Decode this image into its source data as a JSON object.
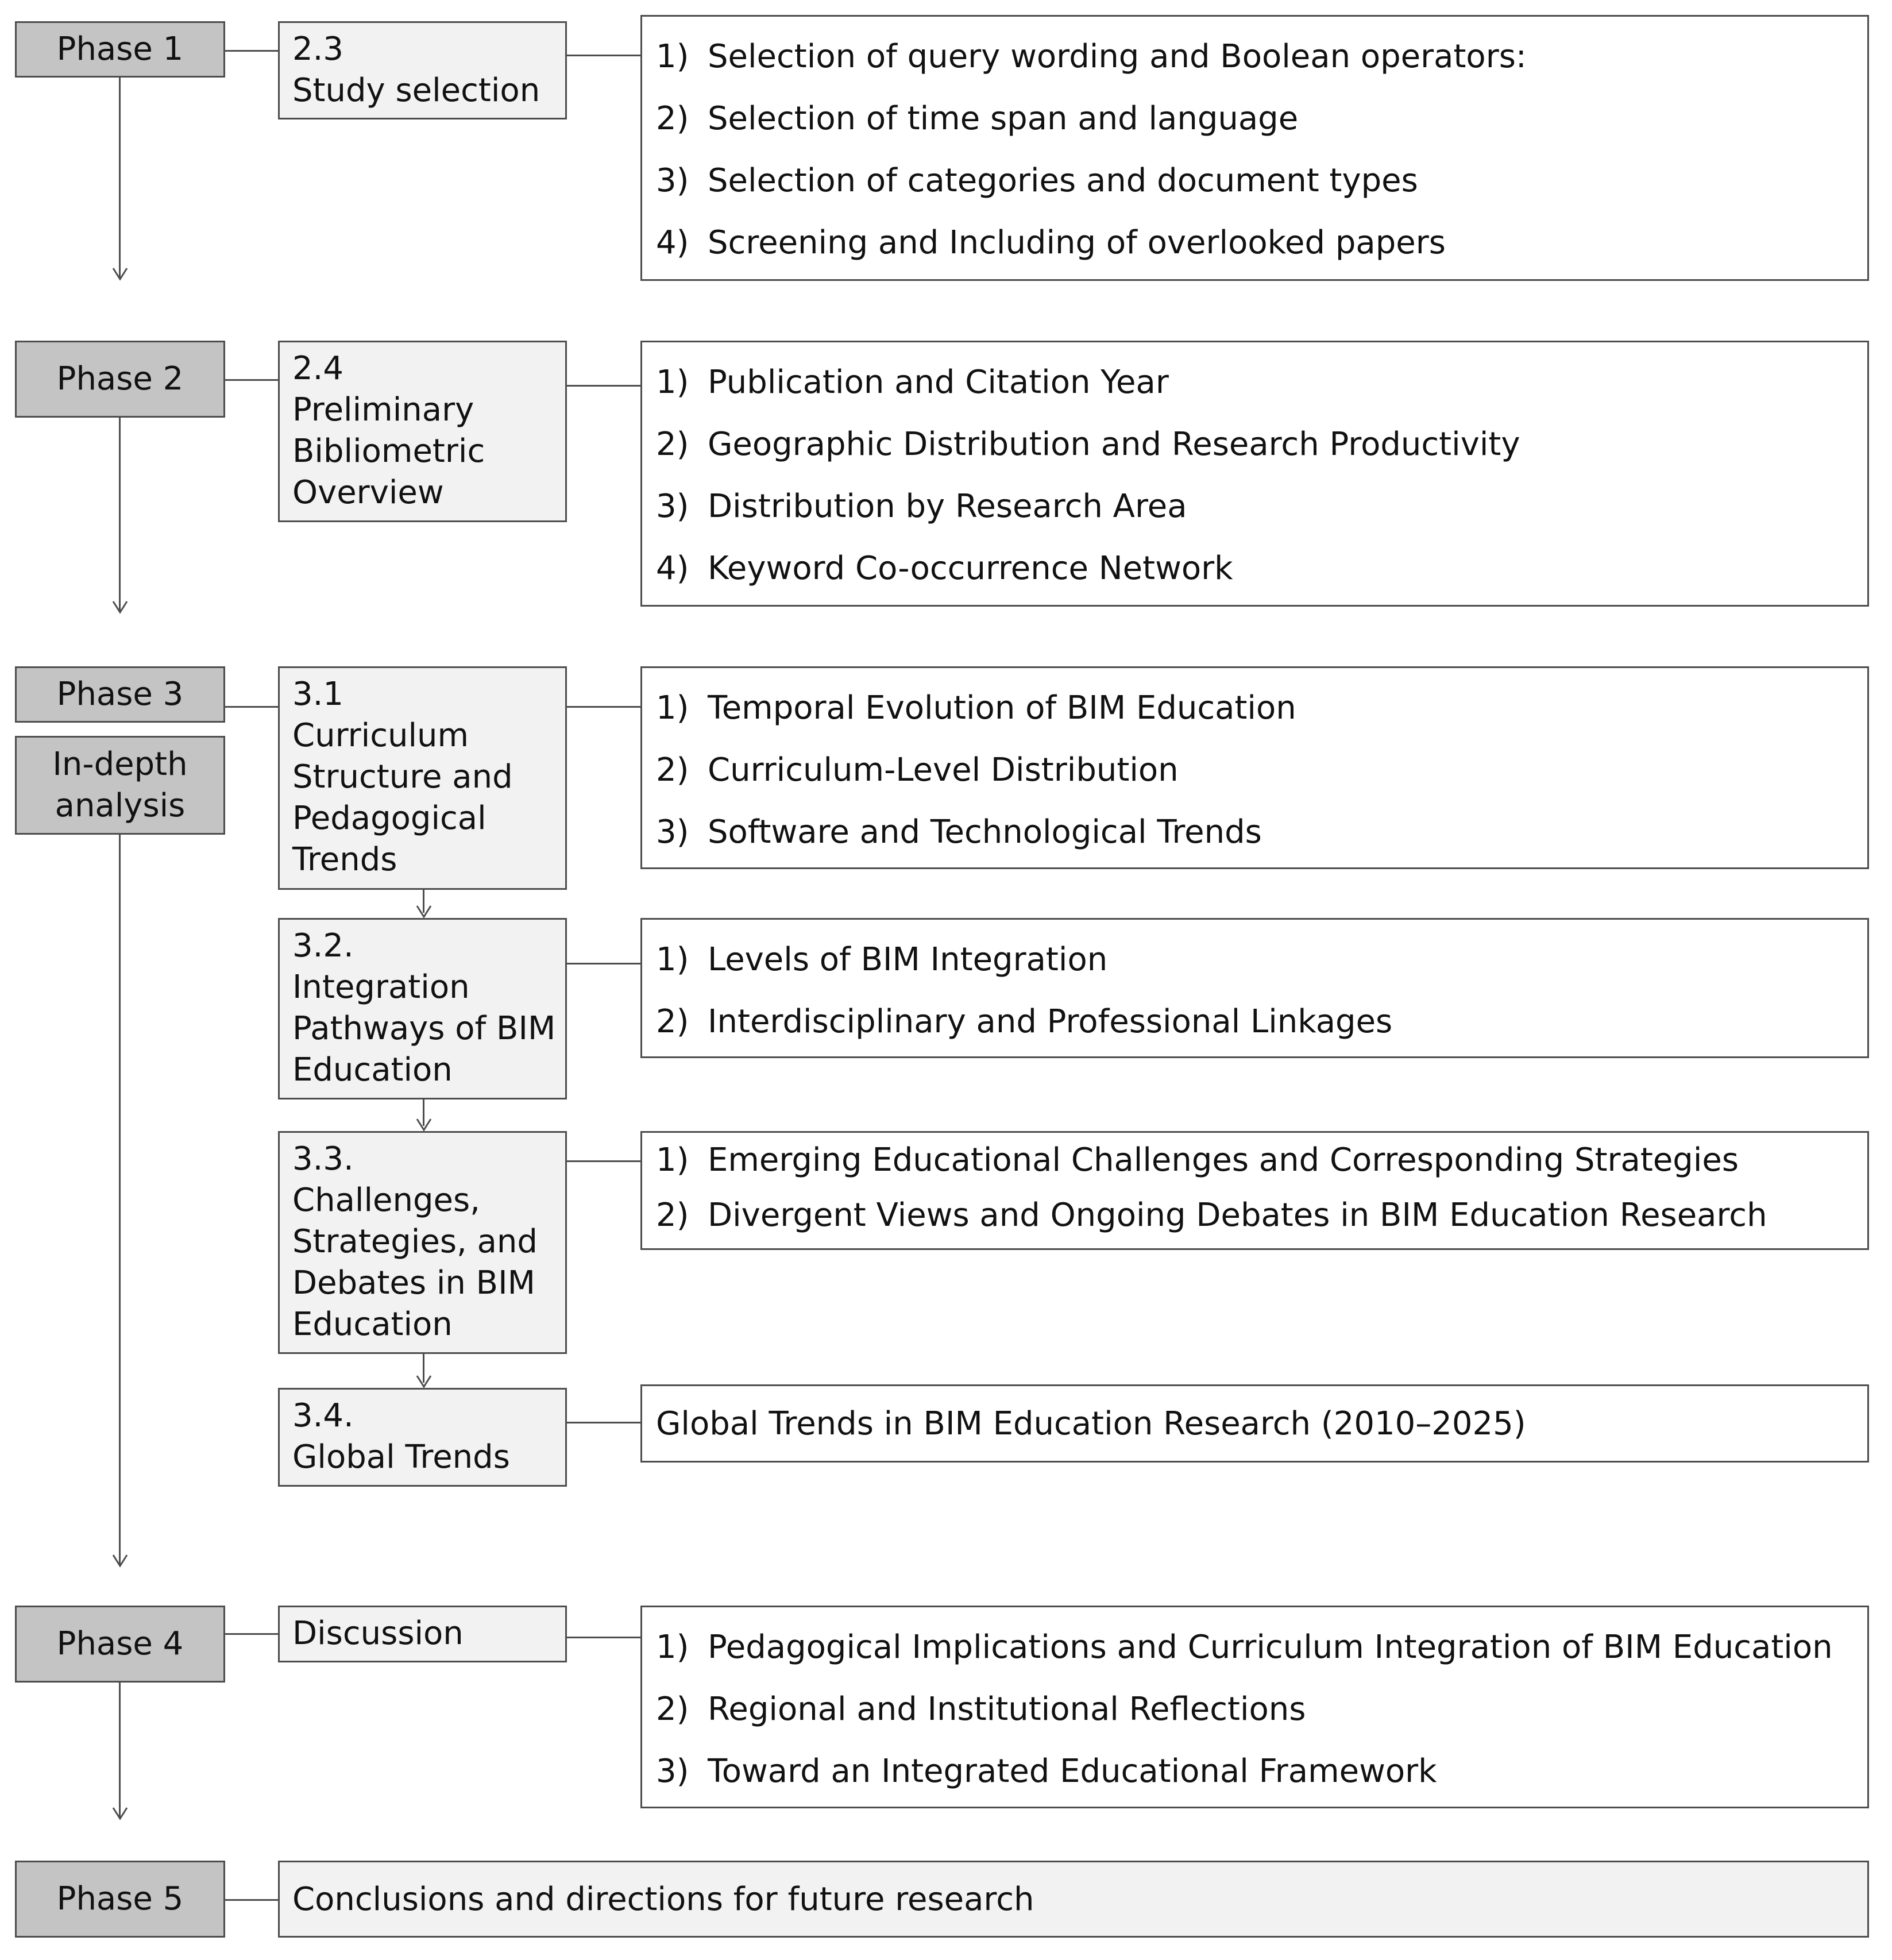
{
  "phases": [
    {
      "label": "Phase 1"
    },
    {
      "label": "Phase 2"
    },
    {
      "label": "Phase 3",
      "sublabel_line1": "In-depth",
      "sublabel_line2": "analysis"
    },
    {
      "label": "Phase 4"
    },
    {
      "label": "Phase 5"
    }
  ],
  "sections": {
    "s23": {
      "line1": "2.3",
      "line2": "Study selection"
    },
    "s24": {
      "line1": "2.4",
      "line2": "Preliminary",
      "line3": "Bibliometric",
      "line4": "Overview"
    },
    "s31": {
      "line1": "3.1",
      "line2": "Curriculum",
      "line3": "Structure and",
      "line4": "Pedagogical",
      "line5": "Trends"
    },
    "s32": {
      "line1": "3.2.",
      "line2": "Integration",
      "line3": "Pathways of BIM",
      "line4": "Education"
    },
    "s33": {
      "line1": "3.3.",
      "line2": "Challenges,",
      "line3": "Strategies, and",
      "line4": "Debates in BIM",
      "line5": "Education"
    },
    "s34": {
      "line1": "3.4.",
      "line2": "Global Trends"
    },
    "discussion": {
      "line1": "Discussion"
    },
    "conclusion": {
      "line1": "Conclusions and directions for future research"
    }
  },
  "details": {
    "d23": [
      {
        "num": "1)",
        "text": "Selection of query wording and Boolean operators:"
      },
      {
        "num": "2)",
        "text": "Selection of time span and language"
      },
      {
        "num": "3)",
        "text": "Selection of categories and document types"
      },
      {
        "num": "4)",
        "text": "Screening and Including of overlooked papers"
      }
    ],
    "d24": [
      {
        "num": "1)",
        "text": "Publication and Citation Year"
      },
      {
        "num": "2)",
        "text": "Geographic Distribution and Research Productivity"
      },
      {
        "num": "3)",
        "text": "Distribution by Research Area"
      },
      {
        "num": "4)",
        "text": "Keyword Co-occurrence Network"
      }
    ],
    "d31": [
      {
        "num": "1)",
        "text": "Temporal Evolution of BIM Education"
      },
      {
        "num": "2)",
        "text": "Curriculum-Level Distribution"
      },
      {
        "num": "3)",
        "text": "Software and Technological Trends"
      }
    ],
    "d32": [
      {
        "num": "1)",
        "text": "Levels of BIM Integration"
      },
      {
        "num": "2)",
        "text": "Interdisciplinary and Professional Linkages"
      }
    ],
    "d33": [
      {
        "num": "1)",
        "text": "Emerging Educational Challenges and Corresponding Strategies"
      },
      {
        "num": "2)",
        "text": "Divergent Views and Ongoing Debates in BIM Education Research"
      }
    ],
    "d34": {
      "text": "Global Trends in BIM Education Research (2010–2025)"
    },
    "d4": [
      {
        "num": "1)",
        "text": "Pedagogical Implications and Curriculum Integration of BIM Education"
      },
      {
        "num": "2)",
        "text": "Regional and Institutional Reflections"
      },
      {
        "num": "3)",
        "text": "Toward an Integrated Educational Framework"
      }
    ]
  }
}
